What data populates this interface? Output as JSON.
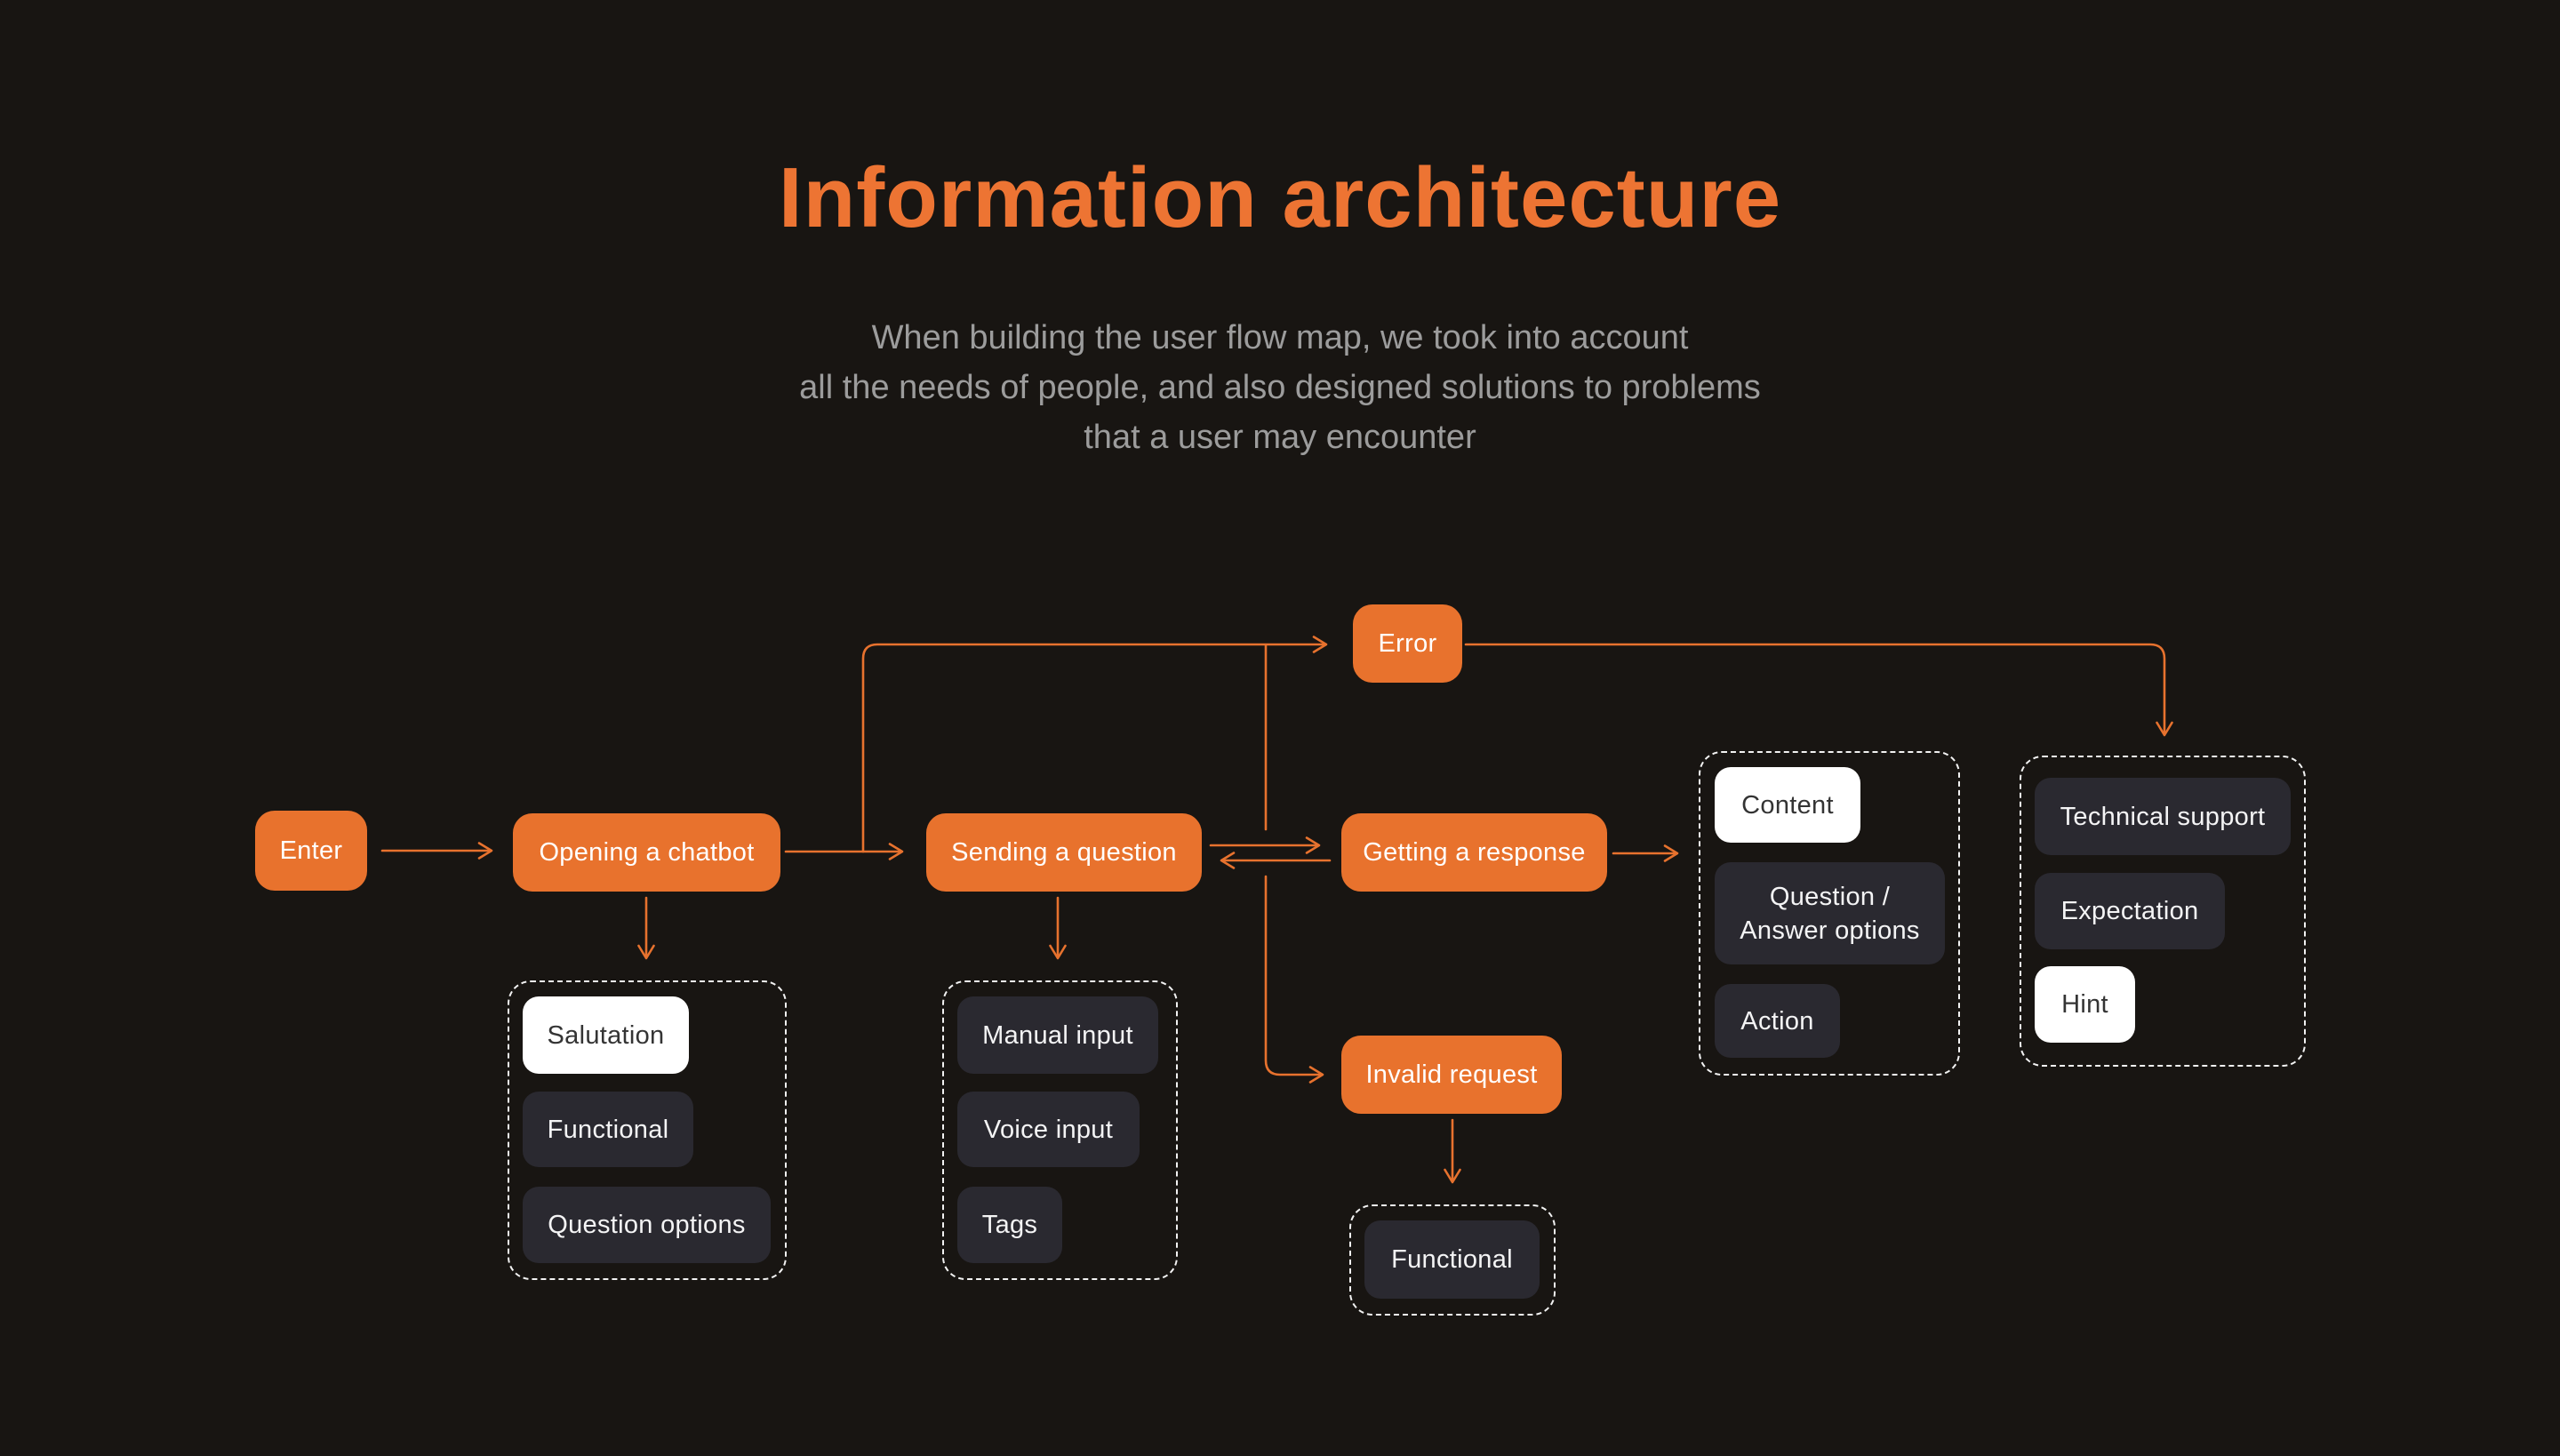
{
  "header": {
    "title": "Information architecture",
    "subtitle": "When building the user flow map, we took into account\nall the needs of people, and also designed solutions to problems\nthat a user may encounter"
  },
  "colors": {
    "background": "#181512",
    "node_orange": "#E8722D",
    "title_orange": "#ED7433",
    "connector_orange": "#E7722E",
    "chip_dark": "#2A2930",
    "chip_white": "#FFFFFF",
    "subtitle_gray": "#9C9C9C"
  },
  "flow": {
    "nodes": {
      "enter": {
        "label": "Enter"
      },
      "opening": {
        "label": "Opening a chatbot"
      },
      "sending": {
        "label": "Sending a question"
      },
      "getting": {
        "label": "Getting a response"
      },
      "error": {
        "label": "Error"
      },
      "invalid_request": {
        "label": "Invalid request"
      }
    },
    "groups": {
      "opening_details": {
        "items": [
          {
            "label": "Salutation",
            "style": "white"
          },
          {
            "label": "Functional",
            "style": "dark"
          },
          {
            "label": "Question options",
            "style": "dark"
          }
        ]
      },
      "sending_details": {
        "items": [
          {
            "label": "Manual input",
            "style": "dark"
          },
          {
            "label": "Voice input",
            "style": "dark"
          },
          {
            "label": "Tags",
            "style": "dark"
          }
        ]
      },
      "response_details": {
        "items": [
          {
            "label": "Content",
            "style": "white"
          },
          {
            "label": "Question /\nAnswer options",
            "style": "dark"
          },
          {
            "label": "Action",
            "style": "dark"
          }
        ]
      },
      "support_details": {
        "items": [
          {
            "label": "Technical support",
            "style": "dark"
          },
          {
            "label": "Expectation",
            "style": "dark"
          },
          {
            "label": "Hint",
            "style": "white"
          }
        ]
      },
      "invalid_details": {
        "items": [
          {
            "label": "Functional",
            "style": "dark"
          }
        ]
      }
    }
  }
}
